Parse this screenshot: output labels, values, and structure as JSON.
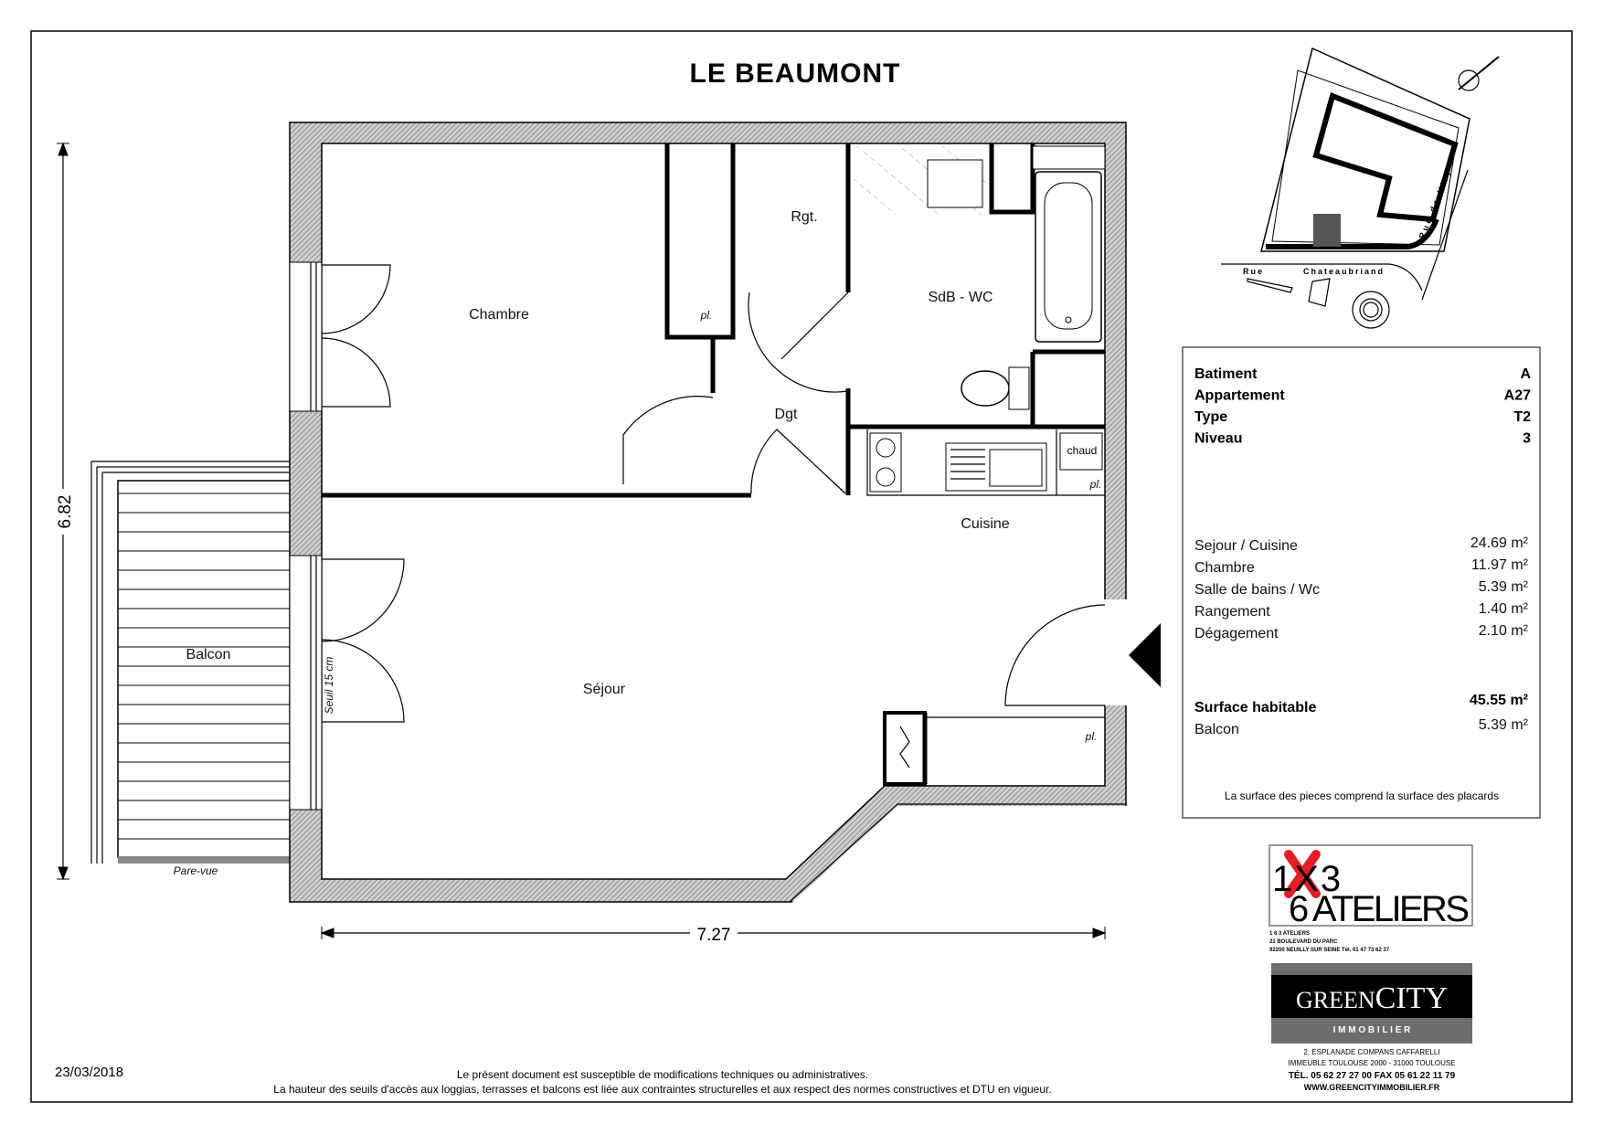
{
  "title": "LE BEAUMONT",
  "rooms": {
    "chambre": "Chambre",
    "rangement": "Rgt.",
    "sdb_wc": "SdB - WC",
    "degagement": "Dgt",
    "cuisine": "Cuisine",
    "sejour": "Séjour",
    "balcon": "Balcon",
    "pare_vue": "Pare-vue",
    "seuil": "Seuil 15 cm",
    "placard": "pl.",
    "chaudiere": "chaud"
  },
  "dimensions": {
    "height": "6.82",
    "width": "7.27"
  },
  "site_map": {
    "street_1a": "Rue",
    "street_1b": "Chateaubriand",
    "street_2": "Rue de Viry"
  },
  "info": {
    "header": [
      {
        "label": "Batiment",
        "value": "A"
      },
      {
        "label": "Appartement",
        "value": "A27"
      },
      {
        "label": "Type",
        "value": "T2"
      },
      {
        "label": "Niveau",
        "value": "3"
      }
    ],
    "surfaces": [
      {
        "label": "Sejour / Cuisine",
        "value": "24.69 m²"
      },
      {
        "label": "Chambre",
        "value": "11.97 m²"
      },
      {
        "label": "Salle de bains / Wc",
        "value": "5.39 m²"
      },
      {
        "label": "Rangement",
        "value": "1.40 m²"
      },
      {
        "label": "Dégagement",
        "value": "2.10 m²"
      }
    ],
    "total": {
      "label": "Surface habitable",
      "value": "45.55 m²"
    },
    "balcon": {
      "label": "Balcon",
      "value": "5.39 m²"
    },
    "note": "La surface des pieces comprend la surface des placards"
  },
  "architect": {
    "logo_top": "1X3",
    "logo_bottom": "6 ATELIERS",
    "name": "1 6 3 ATELIERS",
    "address1": "21 BOULEVARD DU PARC",
    "address2": "92200 NEUILLY SUR SEINE   Tél. 01 47 73 62 37"
  },
  "developer": {
    "logo_a": "GREEN",
    "logo_b": "CITY",
    "logo_sub": "I M M O B I L I E R",
    "address1": "2, ESPLANADE COMPANS CAFFARELLI",
    "address2": "IMMEUBLE TOULOUSE 2000 - 31000 TOULOUSE",
    "phone": "TÉL. 05 62 27 27 00  FAX 05 61 22 11 79",
    "web": "WWW.GREENCITYIMMOBILIER.FR"
  },
  "footer": {
    "date": "23/03/2018",
    "disclaimer1": "Le présent document est susceptible de modifications techniques ou administratives.",
    "disclaimer2": "La hauteur des seuils d'accès aux loggias, terrasses et balcons est liée aux contraintes structurelles et aux respect des normes constructives et DTU en vigueur."
  },
  "colors": {
    "wall_hatch": "#888888",
    "logo_red": "#e31e24",
    "developer_dark": "#000000",
    "developer_gray": "#6d6d6d"
  }
}
